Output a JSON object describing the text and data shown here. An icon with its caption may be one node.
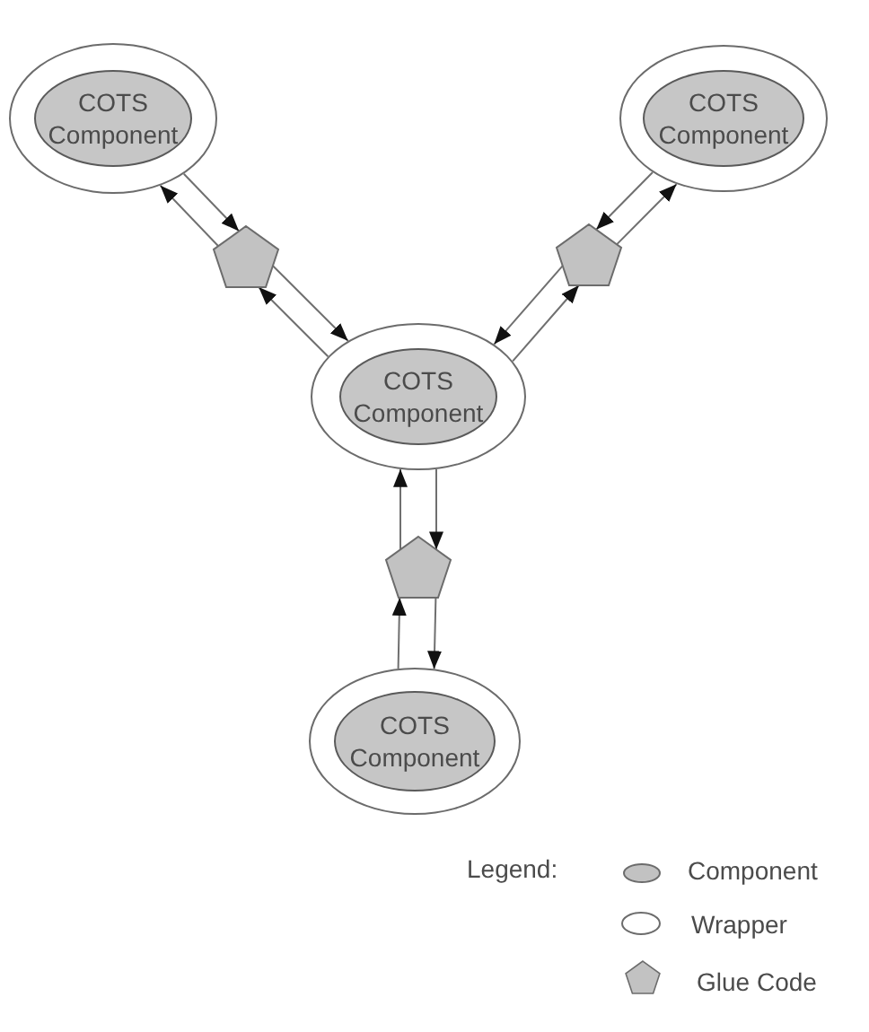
{
  "diagram": {
    "nodes": [
      {
        "text": [],
        "shape": "ellipse"
      },
      {
        "text": [
          "COTS Component"
        ],
        "in": 0
      },
      {
        "text": [],
        "shape": "ellipse"
      },
      {
        "text": [
          "COTS Component"
        ],
        "in": 2
      },
      {
        "text": [],
        "shape": "pentagon"
      },
      {
        "text": [],
        "shape": "pentagon"
      },
      {
        "text": [],
        "shape": "ellipse"
      },
      {
        "text": [
          "COTS Component"
        ],
        "in": 6
      },
      {
        "text": [],
        "shape": "pentagon"
      },
      {
        "text": [],
        "shape": "ellipse"
      },
      {
        "text": [
          "COTS Component"
        ],
        "in": 9
      }
    ],
    "edges": [
      {
        "from": 0,
        "to": 4,
        "arrow": "to"
      },
      {
        "from": 4,
        "to": 0,
        "arrow": "to"
      },
      {
        "from": 4,
        "to": 6,
        "arrow": "to"
      },
      {
        "from": 6,
        "to": 4,
        "arrow": "to"
      },
      {
        "from": 2,
        "to": 5,
        "arrow": "to"
      },
      {
        "from": 5,
        "to": 2,
        "arrow": "to"
      },
      {
        "from": 5,
        "to": 6,
        "arrow": "to"
      },
      {
        "from": 6,
        "to": 5,
        "arrow": "to"
      },
      {
        "from": 6,
        "to": 8,
        "arrow": "to"
      },
      {
        "from": 8,
        "to": 6,
        "arrow": "to"
      },
      {
        "from": 9,
        "to": 8,
        "arrow": "to"
      },
      {
        "from": 8,
        "to": 9,
        "arrow": "to"
      }
    ],
    "labels": [
      "Legend:"
    ],
    "legend": [
      {
        "text": "Component"
      },
      {
        "text": "Wrapper"
      },
      {
        "text": "Glue Code"
      }
    ]
  }
}
